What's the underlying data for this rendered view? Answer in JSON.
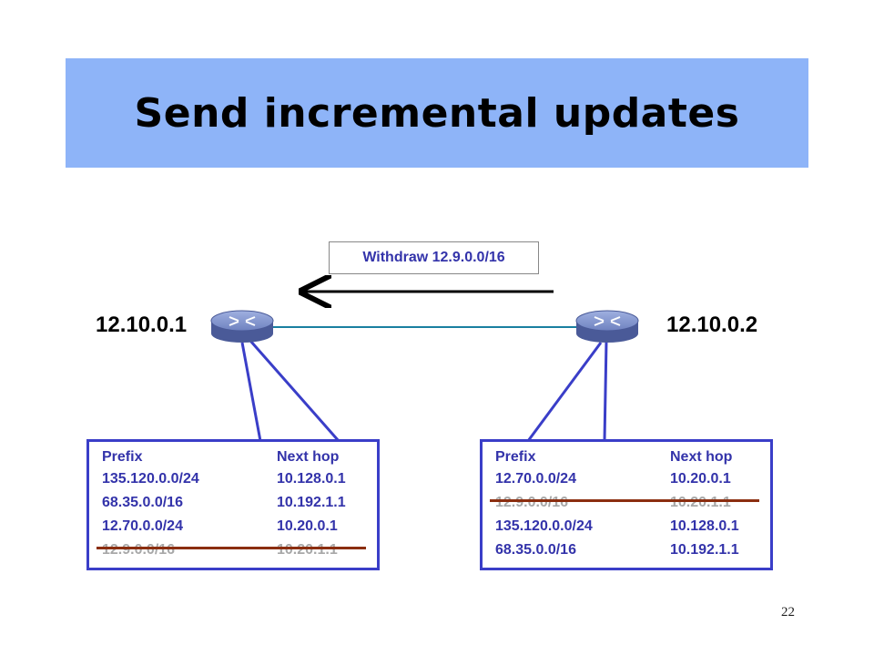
{
  "slide": {
    "title": "Send incremental updates",
    "page_number": "22"
  },
  "message": {
    "label": "Withdraw 12.9.0.0/16"
  },
  "routers": {
    "left": {
      "label": "12.10.0.1",
      "icon": "router-icon"
    },
    "right": {
      "label": "12.10.0.2",
      "icon": "router-icon"
    }
  },
  "tables": {
    "left": {
      "headers": [
        "Prefix",
        "Next hop"
      ],
      "rows": [
        [
          "135.120.0.0/24",
          "10.128.0.1"
        ],
        [
          "68.35.0.0/16",
          "10.192.1.1"
        ],
        [
          "12.70.0.0/24",
          "10.20.0.1"
        ],
        [
          "12.9.0.0/16",
          "10.20.1.1"
        ]
      ],
      "withdrawn_row": 3
    },
    "right": {
      "headers": [
        "Prefix",
        "Next hop"
      ],
      "rows": [
        [
          "12.70.0.0/24",
          "10.20.0.1"
        ],
        [
          "12.9.0.0/16",
          "10.20.1.1"
        ],
        [
          "135.120.0.0/24",
          "10.128.0.1"
        ],
        [
          "68.35.0.0/16",
          "10.192.1.1"
        ]
      ],
      "withdrawn_row": 1
    }
  },
  "colors": {
    "title_bar": "#8eb4f8",
    "table_text": "#3333aa",
    "table_border": "#3a3ec8",
    "strike_line": "#8b2e10",
    "link_line": "#1a7fa0",
    "router_body": "#6f82c0"
  }
}
